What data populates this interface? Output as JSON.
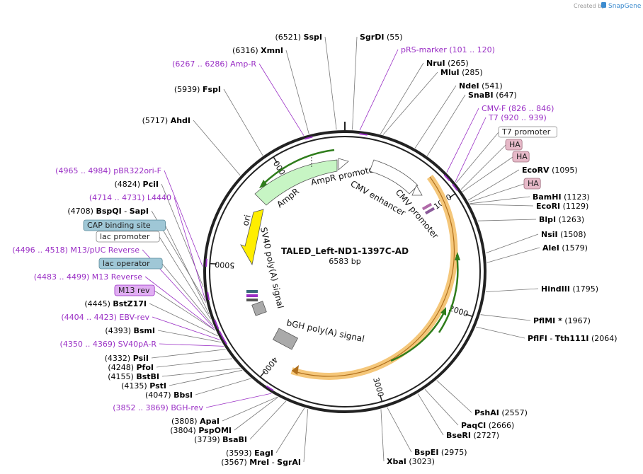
{
  "watermark": {
    "prefix": "Created by",
    "brand": "SnapGene",
    "brand_color": "#3d8ccf"
  },
  "plasmid": {
    "name": "TALED_Left-ND1-1397C-AD",
    "length": "6583 bp",
    "total_bp": 6583
  },
  "colors": {
    "primer": "#9a2fc5",
    "ha_fill": "#e6b9c8",
    "operator_fill": "#9fc7d6",
    "m13rev_fill": "#e1aef3",
    "green": "#2f7d1b",
    "orange_band": "#f5c77a",
    "yellow_ori": "#ffee00"
  },
  "sites": [
    {
      "id": "sspi",
      "pos": "(6521)",
      "name": "SspI",
      "bp": 6521,
      "kind": "enzyme"
    },
    {
      "id": "sgrdi",
      "pos": "(55)",
      "name": "SgrDI",
      "bp": 55,
      "kind": "enzyme",
      "order": "name-first"
    },
    {
      "id": "xmni",
      "pos": "(6316)",
      "name": "XmnI",
      "bp": 6316,
      "kind": "enzyme"
    },
    {
      "id": "prs",
      "pos": "(101 .. 120)",
      "name": "pRS-marker",
      "bp": 110,
      "kind": "primer",
      "order": "name-first"
    },
    {
      "id": "ampr-p",
      "pos": "(6267 .. 6286)",
      "name": "Amp-R",
      "bp": 6276,
      "kind": "primer"
    },
    {
      "id": "nrui",
      "pos": "(265)",
      "name": "NruI",
      "bp": 265,
      "kind": "enzyme",
      "order": "name-first"
    },
    {
      "id": "mlui",
      "pos": "(285)",
      "name": "MluI",
      "bp": 285,
      "kind": "enzyme",
      "order": "name-first"
    },
    {
      "id": "fspi",
      "pos": "(5939)",
      "name": "FspI",
      "bp": 5939,
      "kind": "enzyme"
    },
    {
      "id": "ndei",
      "pos": "(541)",
      "name": "NdeI",
      "bp": 541,
      "kind": "enzyme",
      "order": "name-first"
    },
    {
      "id": "snabi",
      "pos": "(647)",
      "name": "SnaBI",
      "bp": 647,
      "kind": "enzyme",
      "order": "name-first"
    },
    {
      "id": "cmvf",
      "pos": "(826 .. 846)",
      "name": "CMV-F",
      "bp": 836,
      "kind": "primer",
      "order": "name-first"
    },
    {
      "id": "t7",
      "pos": "(920 .. 939)",
      "name": "T7",
      "bp": 930,
      "kind": "primer",
      "order": "name-first"
    },
    {
      "id": "ahdi",
      "pos": "(5717)",
      "name": "AhdI",
      "bp": 5717,
      "kind": "enzyme"
    },
    {
      "id": "ecorv",
      "pos": "(1095)",
      "name": "EcoRV",
      "bp": 1095,
      "kind": "enzyme",
      "order": "name-first"
    },
    {
      "id": "bamhi",
      "pos": "(1123)",
      "name": "BamHI",
      "bp": 1123,
      "kind": "enzyme",
      "order": "name-first"
    },
    {
      "id": "ecori",
      "pos": "(1129)",
      "name": "EcoRI",
      "bp": 1129,
      "kind": "enzyme",
      "order": "name-first"
    },
    {
      "id": "pbr",
      "pos": "(4965 .. 4984)",
      "name": "pBR322ori-F",
      "bp": 4975,
      "kind": "primer"
    },
    {
      "id": "pcii",
      "pos": "(4824)",
      "name": "PciI",
      "bp": 4824,
      "kind": "enzyme"
    },
    {
      "id": "blpi",
      "pos": "(1263)",
      "name": "BlpI",
      "bp": 1263,
      "kind": "enzyme",
      "order": "name-first"
    },
    {
      "id": "l4440",
      "pos": "(4714 .. 4731)",
      "name": "L4440",
      "bp": 4722,
      "kind": "primer"
    },
    {
      "id": "bspqi",
      "pos": "(4708)",
      "name": "BspQI",
      "name2": "SapI",
      "bp": 4708,
      "kind": "enzyme"
    },
    {
      "id": "nsii",
      "pos": "(1508)",
      "name": "NsiI",
      "bp": 1508,
      "kind": "enzyme",
      "order": "name-first"
    },
    {
      "id": "alei",
      "pos": "(1579)",
      "name": "AleI",
      "bp": 1579,
      "kind": "enzyme",
      "order": "name-first"
    },
    {
      "id": "m13puc",
      "pos": "(4496 .. 4518)",
      "name": "M13/pUC Reverse",
      "bp": 4507,
      "kind": "primer"
    },
    {
      "id": "m13r",
      "pos": "(4483 .. 4499)",
      "name": "M13 Reverse",
      "bp": 4491,
      "kind": "primer"
    },
    {
      "id": "hindiii",
      "pos": "(1795)",
      "name": "HindIII",
      "bp": 1795,
      "kind": "enzyme",
      "order": "name-first"
    },
    {
      "id": "bstz",
      "pos": "(4445)",
      "name": "BstZ17I",
      "bp": 4445,
      "kind": "enzyme"
    },
    {
      "id": "ebv",
      "pos": "(4404 .. 4423)",
      "name": "EBV-rev",
      "bp": 4413,
      "kind": "primer"
    },
    {
      "id": "pflmi",
      "pos": "(1967)",
      "name": "PflMI *",
      "bp": 1967,
      "kind": "enzyme",
      "order": "name-first"
    },
    {
      "id": "bsmi",
      "pos": "(4393)",
      "name": "BsmI",
      "bp": 4393,
      "kind": "enzyme"
    },
    {
      "id": "pflfi",
      "pos": "(2064)",
      "name": "PflFI",
      "name2": "Tth111I",
      "bp": 2064,
      "kind": "enzyme",
      "order": "name-first"
    },
    {
      "id": "sv40r",
      "pos": "(4350 .. 4369)",
      "name": "SV40pA-R",
      "bp": 4359,
      "kind": "primer"
    },
    {
      "id": "psii",
      "pos": "(4332)",
      "name": "PsiI",
      "bp": 4332,
      "kind": "enzyme"
    },
    {
      "id": "pfoi",
      "pos": "(4248)",
      "name": "PfoI",
      "bp": 4248,
      "kind": "enzyme"
    },
    {
      "id": "bstbi",
      "pos": "(4155)",
      "name": "BstBI",
      "bp": 4155,
      "kind": "enzyme"
    },
    {
      "id": "psti",
      "pos": "(4135)",
      "name": "PstI",
      "bp": 4135,
      "kind": "enzyme"
    },
    {
      "id": "bbsi",
      "pos": "(4047)",
      "name": "BbsI",
      "bp": 4047,
      "kind": "enzyme"
    },
    {
      "id": "bghrev",
      "pos": "(3852 .. 3869)",
      "name": "BGH-rev",
      "bp": 3860,
      "kind": "primer"
    },
    {
      "id": "pshai",
      "pos": "(2557)",
      "name": "PshAI",
      "bp": 2557,
      "kind": "enzyme",
      "order": "name-first"
    },
    {
      "id": "paqci",
      "pos": "(2666)",
      "name": "PaqCI",
      "bp": 2666,
      "kind": "enzyme",
      "order": "name-first"
    },
    {
      "id": "bseri",
      "pos": "(2727)",
      "name": "BseRI",
      "bp": 2727,
      "kind": "enzyme",
      "order": "name-first"
    },
    {
      "id": "apai",
      "pos": "(3808)",
      "name": "ApaI",
      "bp": 3808,
      "kind": "enzyme"
    },
    {
      "id": "pspomi",
      "pos": "(3804)",
      "name": "PspOMI",
      "bp": 3804,
      "kind": "enzyme"
    },
    {
      "id": "bsabi",
      "pos": "(3739)",
      "name": "BsaBI",
      "bp": 3739,
      "kind": "enzyme"
    },
    {
      "id": "bspei",
      "pos": "(2975)",
      "name": "BspEI",
      "bp": 2975,
      "kind": "enzyme",
      "order": "name-first"
    },
    {
      "id": "xbai",
      "pos": "(3023)",
      "name": "XbaI",
      "bp": 3023,
      "kind": "enzyme",
      "order": "name-first"
    },
    {
      "id": "eagi",
      "pos": "(3593)",
      "name": "EagI",
      "bp": 3593,
      "kind": "enzyme"
    },
    {
      "id": "mrei",
      "pos": "(3567)",
      "name": "MreI",
      "name2": "SgrAI",
      "bp": 3567,
      "kind": "enzyme"
    }
  ],
  "boxed_labels": [
    {
      "id": "t7prom",
      "text": "T7 promoter",
      "style": "plain",
      "bp": 940
    },
    {
      "id": "ha1",
      "text": "HA",
      "style": "ha",
      "bp": 1000
    },
    {
      "id": "ha2",
      "text": "HA",
      "style": "ha",
      "bp": 1020
    },
    {
      "id": "ha3",
      "text": "HA",
      "style": "ha",
      "bp": 1110
    },
    {
      "id": "cap",
      "text": "CAP binding site",
      "style": "operator",
      "bp": 4620
    },
    {
      "id": "lacprom",
      "text": "lac promoter",
      "style": "plain",
      "bp": 4580
    },
    {
      "id": "lacop",
      "text": "lac operator",
      "style": "operator",
      "bp": 4530
    },
    {
      "id": "m13rev",
      "text": "M13 rev",
      "style": "m13",
      "bp": 4490
    }
  ],
  "features": {
    "ampr_promoter": "AmpR promoter",
    "ampr": "AmpR",
    "ori": "ori",
    "cmv_enhancer": "CMV enhancer",
    "cmv_promoter": "CMV promoter",
    "sv40": "SV40 poly(A) signal",
    "bgh": "bGH poly(A) signal"
  },
  "ticks": [
    {
      "bp": 1000,
      "label": "1000"
    },
    {
      "bp": 2000,
      "label": "2000"
    },
    {
      "bp": 3000,
      "label": "3000"
    },
    {
      "bp": 4000,
      "label": "4000"
    },
    {
      "bp": 5000,
      "label": "5000"
    },
    {
      "bp": 6000,
      "label": "6000"
    }
  ]
}
